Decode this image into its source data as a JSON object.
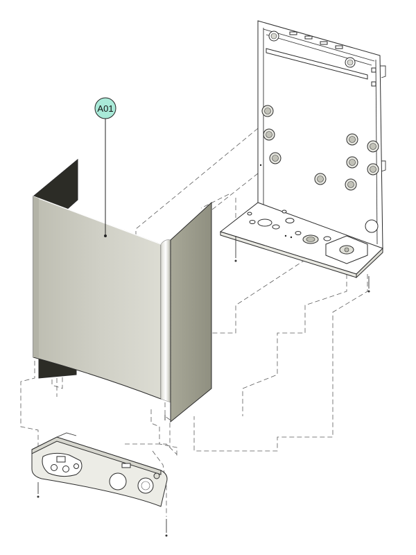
{
  "diagram": {
    "type": "exploded-parts-view",
    "callouts": [
      {
        "id": "a01",
        "label": "A01"
      }
    ]
  },
  "colors": {
    "callout_fill": "#a9ead8",
    "panel_face": "#c9c9be",
    "panel_side": "#a3a393",
    "panel_inner": "#2c2c26",
    "line": "#2a2a2a"
  }
}
